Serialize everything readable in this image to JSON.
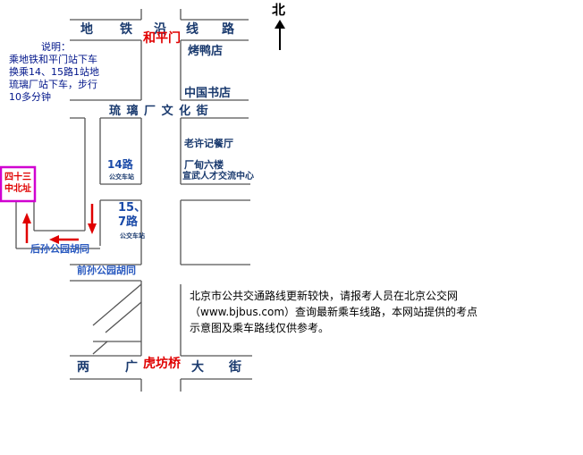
{
  "map": {
    "north_label": "北",
    "roads": {
      "subway_road": [
        "地",
        "铁",
        "沿",
        "线",
        "路"
      ],
      "liulichang": "琉 璃 厂 文 化 街",
      "houlsun": "后孙公园胡同",
      "qiansun": "前孙公园胡同",
      "liangguang": [
        "两",
        "广",
        "大",
        "街"
      ]
    },
    "places": {
      "hepingmen": "和平门",
      "roast_duck": "烤鸭店",
      "china_bookstore": "中国书店",
      "laoxu": "老许记餐厅",
      "changdian": "厂甸六楼",
      "xuanwu": "宣武人才交流中心",
      "hufangqiao": "虎坊桥",
      "destination": [
        "四十三",
        "中北址"
      ]
    },
    "bus_stops": {
      "stop_14": "14路",
      "stop_14_sub": "公交车站",
      "stop_15_line1": "15、",
      "stop_15_line2": "7路",
      "stop_15_sub": "公交车站"
    },
    "note": {
      "title": "说明：",
      "lines": [
        "乘地铁和平门站下车",
        "换乘14、15路1站地",
        "琉璃厂站下车，步行",
        "10多分钟"
      ]
    },
    "notice": "北京市公共交通路线更新较快，请报考人员在北京公交网（www.bjbus.com）查询最新乘车线路，本网站提供的考点示意图及乘车路线仅供参考。",
    "colors": {
      "road_line": "#555555",
      "label_blue": "#1a3a6e",
      "accent_red": "#e00000",
      "destination_border": "#d000d0"
    }
  }
}
